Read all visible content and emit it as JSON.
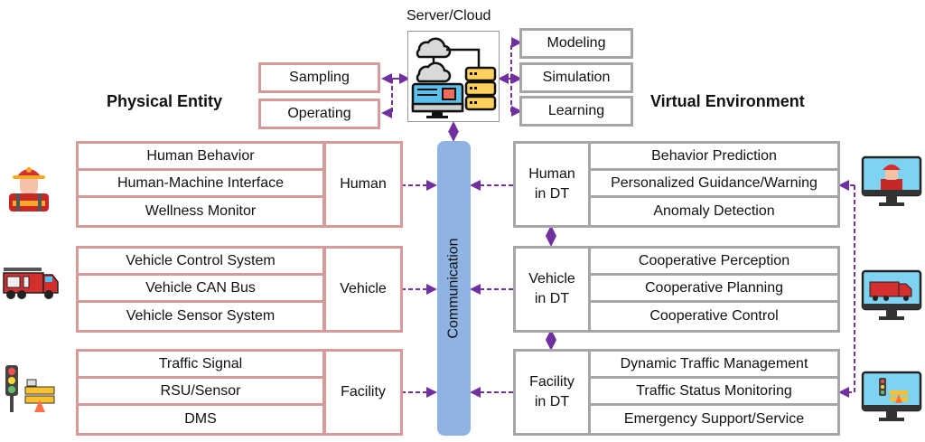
{
  "server": {
    "title": "Server/Cloud",
    "icon": "server-cloud-icon"
  },
  "headings": {
    "physical": "Physical Entity",
    "virtual": "Virtual Environment"
  },
  "physical_ops": [
    "Sampling",
    "Operating"
  ],
  "virtual_ops": [
    "Modeling",
    "Simulation",
    "Learning"
  ],
  "communication": "Communication",
  "physical_groups": [
    {
      "label": "Human",
      "icon": "firefighter-icon",
      "items": [
        "Human Behavior",
        "Human-Machine Interface",
        "Wellness Monitor"
      ]
    },
    {
      "label": "Vehicle",
      "icon": "fire-truck-icon",
      "items": [
        "Vehicle Control System",
        "Vehicle CAN Bus",
        "Vehicle Sensor System"
      ]
    },
    {
      "label": "Facility",
      "icon": "traffic-facility-icon",
      "items": [
        "Traffic Signal",
        "RSU/Sensor",
        "DMS"
      ]
    }
  ],
  "virtual_groups": [
    {
      "label": "Human in DT",
      "label_lines": [
        "Human",
        "in DT"
      ],
      "icon": "monitor-firefighter-icon",
      "items": [
        "Behavior Prediction",
        "Personalized Guidance/Warning",
        "Anomaly Detection"
      ]
    },
    {
      "label": "Vehicle in DT",
      "label_lines": [
        "Vehicle",
        "in DT"
      ],
      "icon": "monitor-fire-truck-icon",
      "items": [
        "Cooperative Perception",
        "Cooperative Planning",
        "Cooperative Control"
      ]
    },
    {
      "label": "Facility in DT",
      "label_lines": [
        "Facility",
        "in DT"
      ],
      "icon": "monitor-traffic-facility-icon",
      "items": [
        "Dynamic Traffic Management",
        "Traffic Status Monitoring",
        "Emergency Support/Service"
      ]
    }
  ],
  "colors": {
    "physical_border": "#d79a9a",
    "virtual_border": "#a6a6a6",
    "communication_fill": "#8fb4e3",
    "arrow": "#7030a0"
  }
}
